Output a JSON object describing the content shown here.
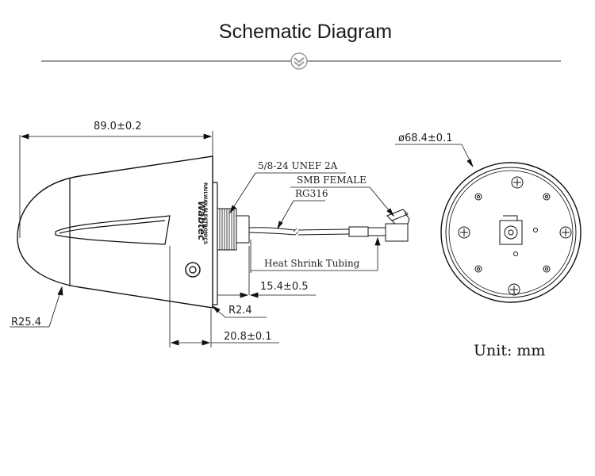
{
  "title": "Schematic Diagram",
  "brand": {
    "name": "Wabtec",
    "subtitle": "RAILWAY ELECTRONICS"
  },
  "dimensions": {
    "overall_length": "89.0±0.2",
    "tip_radius": "R25.4",
    "connector_length": "15.4±0.5",
    "base_radius": "R2.4",
    "thread_length": "20.8±0.1",
    "base_diameter": "ø68.4±0.1"
  },
  "callouts": {
    "thread": "5/8-24 UNEF 2A",
    "connector": "SMB FEMALE",
    "cable": "RG316",
    "tubing": "Heat Shrink Tubing"
  },
  "unit": "Unit:  mm"
}
